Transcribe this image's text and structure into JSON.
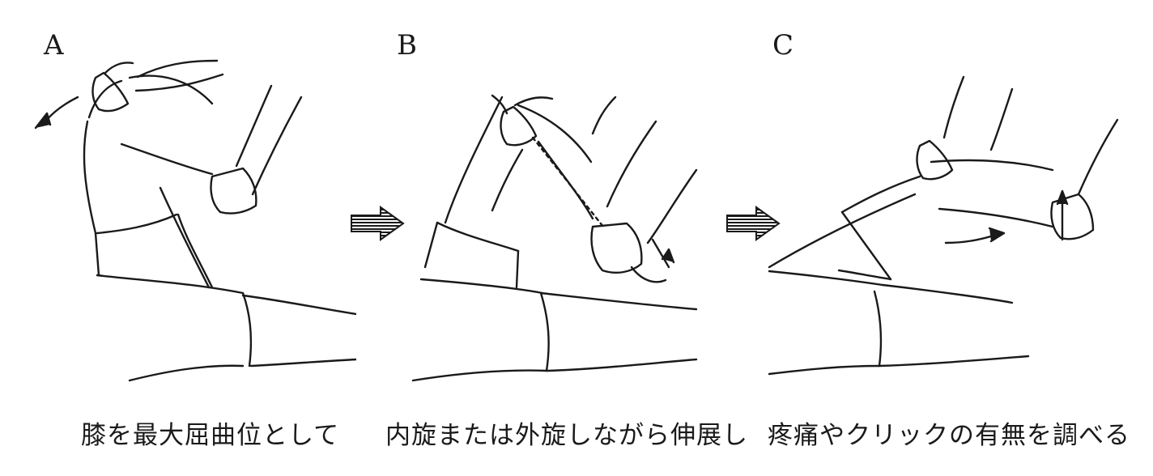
{
  "panels": [
    {
      "label": "A",
      "caption": "膝を最大屈曲位として"
    },
    {
      "label": "B",
      "caption": "内旋または外旋しながら伸展し"
    },
    {
      "label": "C",
      "caption": "疼痛やクリックの有無を調べる"
    }
  ],
  "step_arrows": [
    {
      "icon": "hatched-right-arrow-icon"
    },
    {
      "icon": "hatched-right-arrow-icon"
    }
  ],
  "colors": {
    "ink": "#1a1a1a",
    "background": "#ffffff"
  }
}
